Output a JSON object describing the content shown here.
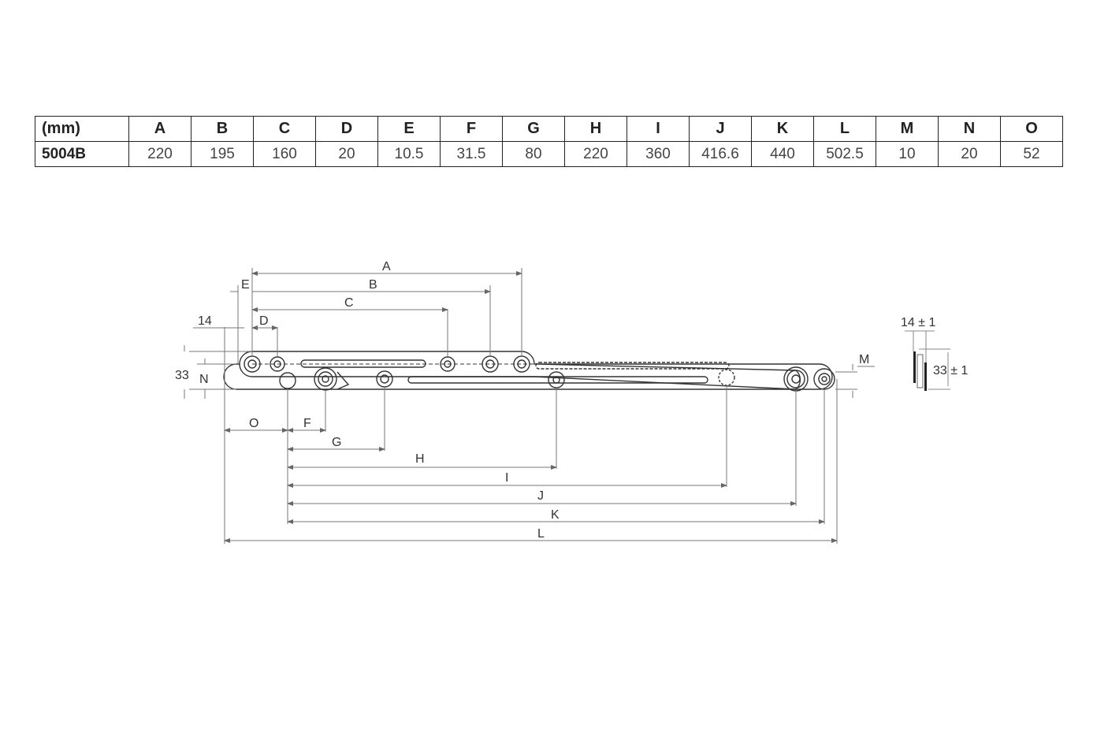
{
  "table": {
    "unit_header": "(mm)",
    "columns": [
      "A",
      "B",
      "C",
      "D",
      "E",
      "F",
      "G",
      "H",
      "I",
      "J",
      "K",
      "L",
      "M",
      "N",
      "O"
    ],
    "rows": [
      {
        "model": "5004B",
        "values": [
          "220",
          "195",
          "160",
          "20",
          "10.5",
          "31.5",
          "80",
          "220",
          "360",
          "416.6",
          "440",
          "502.5",
          "10",
          "20",
          "52"
        ]
      }
    ]
  },
  "diagram": {
    "labels": {
      "A": "A",
      "B": "B",
      "C": "C",
      "D": "D",
      "E": "E",
      "F": "F",
      "G": "G",
      "H": "H",
      "I": "I",
      "J": "J",
      "K": "K",
      "L": "L",
      "M": "M",
      "N": "N",
      "O": "O",
      "width_14": "14",
      "height_33": "33"
    },
    "side_view": {
      "width_label": "14 ± 1",
      "height_label": "33 ± 1"
    }
  }
}
